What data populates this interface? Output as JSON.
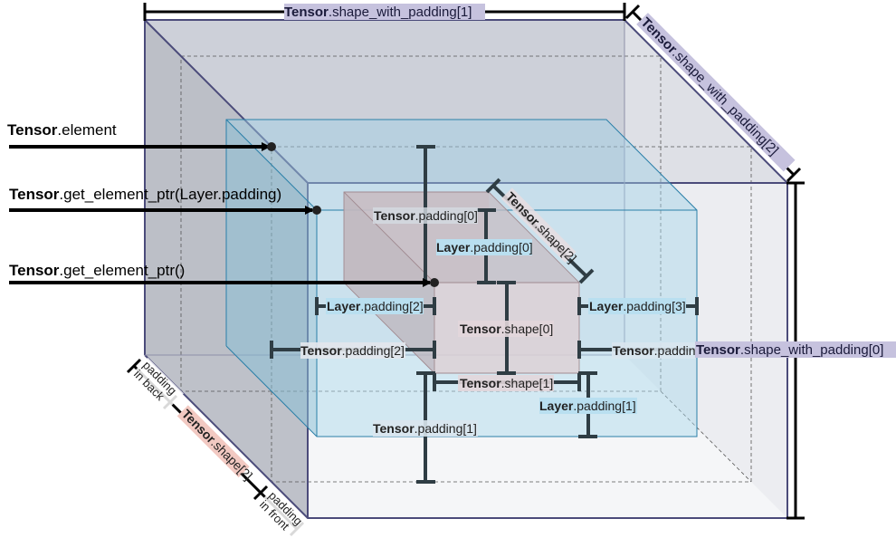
{
  "labels": {
    "top_width": {
      "bold": "Tensor",
      "rest": ".shape_with_padding[1]"
    },
    "diag_depth": {
      "bold": "Tensor",
      "rest": ".shape_with_padding[2]"
    },
    "right_height": {
      "bold": "Tensor",
      "rest": ".shape_with_padding[0]"
    },
    "arrow_element": {
      "bold": "Tensor",
      "rest": ".element"
    },
    "arrow_ptr_pad": {
      "bold": "Tensor",
      "rest": ".get_element_ptr(Layer.padding)"
    },
    "arrow_ptr": {
      "bold": "Tensor",
      "rest": ".get_element_ptr()"
    },
    "t_pad0": {
      "bold": "Tensor",
      "rest": ".padding[0]"
    },
    "l_pad0": {
      "bold": "Layer",
      "rest": ".padding[0]"
    },
    "t_shape2": {
      "bold": "Tensor",
      "rest": ".shape[2]"
    },
    "l_pad2": {
      "bold": "Layer",
      "rest": ".padding[2]"
    },
    "l_pad3": {
      "bold": "Layer",
      "rest": ".padding[3]"
    },
    "t_shape0": {
      "bold": "Tensor",
      "rest": ".shape[0]"
    },
    "t_pad2": {
      "bold": "Tensor",
      "rest": ".padding[2]"
    },
    "t_pad3_cut": {
      "bold": "Tensor",
      "rest": ".paddin"
    },
    "t_shape1": {
      "bold": "Tensor",
      "rest": ".shape[1]"
    },
    "l_pad1": {
      "bold": "Layer",
      "rest": ".padding[1]"
    },
    "t_pad1": {
      "bold": "Tensor",
      "rest": ".padding[1]"
    },
    "padding_in_back": [
      "padding",
      "in back"
    ],
    "t_shape2_depth": {
      "bold": "Tensor",
      "rest": ".shape[2]"
    },
    "padding_in_front": [
      "padding",
      "in front"
    ]
  },
  "colors": {
    "outer_box": "#b9bdc9",
    "outer_edge": "#4b4b7a",
    "layer_box": "#a9d6ea",
    "layer_edge": "#2a7fa8",
    "inner_box": "#d9c8cc",
    "tensor_highlight": "#c6c2de",
    "layer_highlight": "#b9dff0",
    "shape_highlight": "#f2c9c2",
    "dim_bar": "#2f3d44"
  }
}
